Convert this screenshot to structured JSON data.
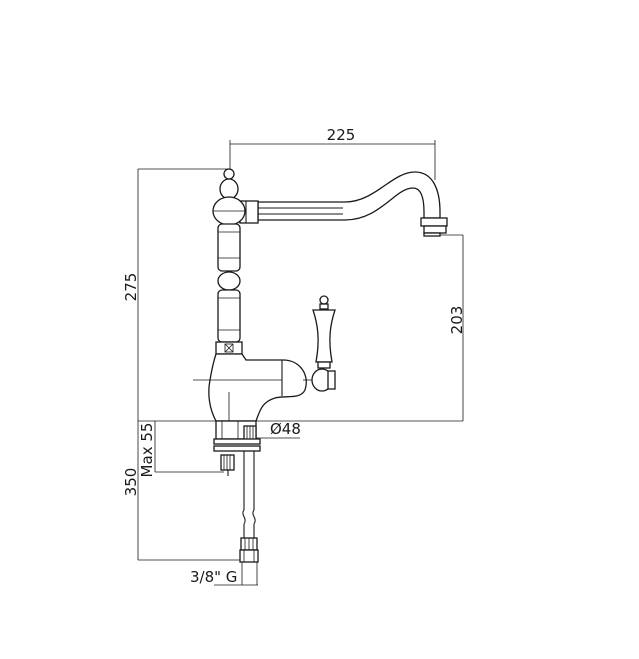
{
  "dimensions": {
    "spout_reach": "225",
    "overall_height": "275",
    "spout_height": "203",
    "hole_diameter": "Ø48",
    "max_deck_thickness": "Max 55",
    "hose_length": "350",
    "connection": "3/8\" G"
  }
}
